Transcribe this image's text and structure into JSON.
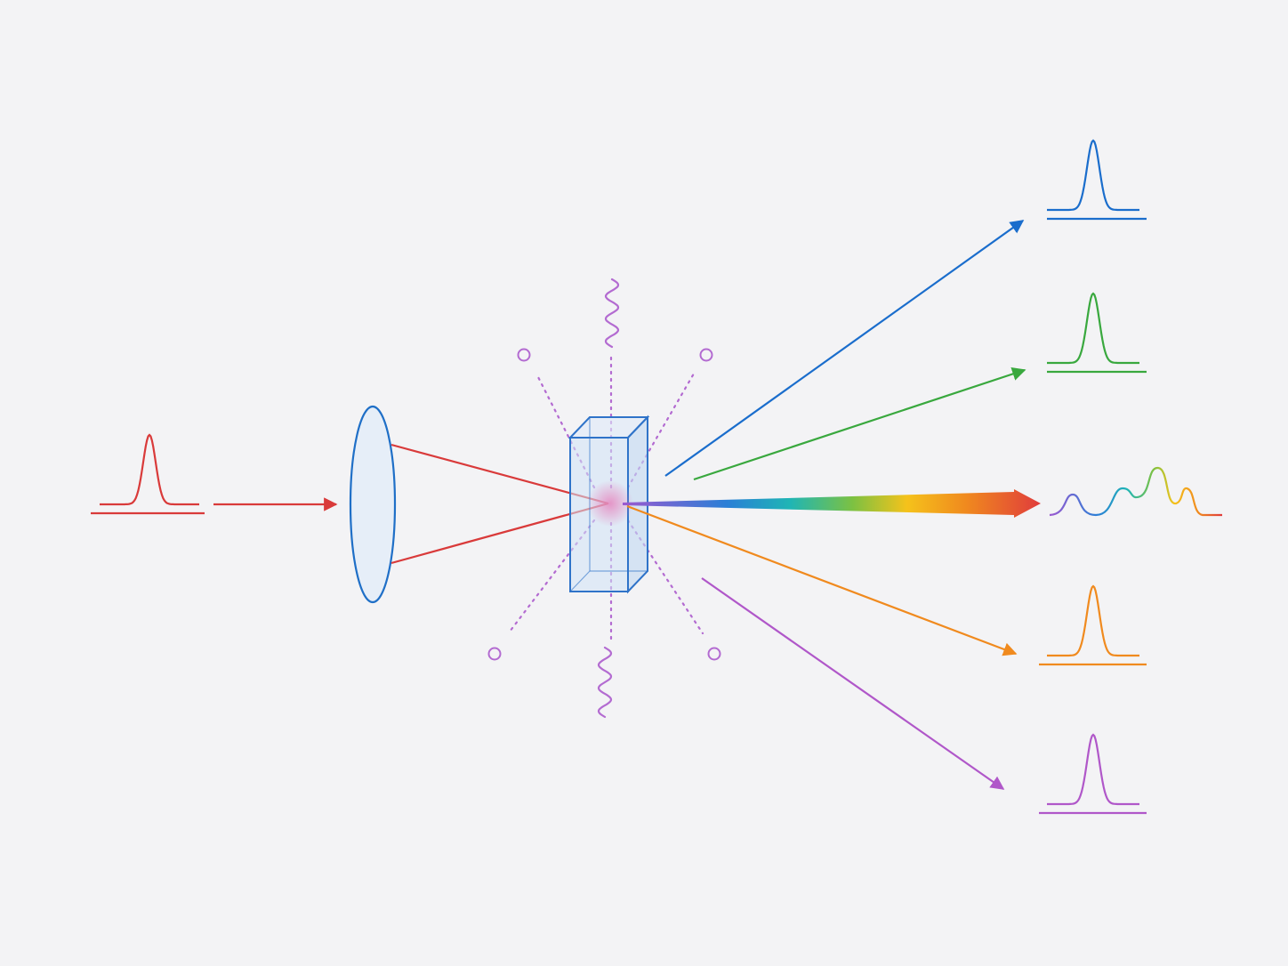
{
  "colors": {
    "background": "#f3f3f5",
    "input_beam": "#d93a3a",
    "lens_stroke": "#1f6fc7",
    "lens_fill": "#e6eef8",
    "crystal_stroke": "#2f73c9",
    "crystal_fill": "#cfe2f6",
    "emission": "#b36bd1",
    "focus_glow": "#e67ab8",
    "out_blue": "#1a6dcc",
    "out_green": "#39a83e",
    "out_orange": "#f08a1e",
    "out_purple": "#b057c9",
    "supercontinuum": [
      "#9b59d0",
      "#2a7fd6",
      "#1fb5b5",
      "#7cc142",
      "#f5c21b",
      "#f08a1e",
      "#e03c3c"
    ]
  },
  "diagram": {
    "components": [
      "input-pulse",
      "focusing-lens",
      "nonlinear-crystal",
      "scattered-emission",
      "output-pulses",
      "supercontinuum-spectrum"
    ],
    "output_beams": [
      "blue",
      "green",
      "supercontinuum",
      "orange",
      "purple"
    ]
  }
}
